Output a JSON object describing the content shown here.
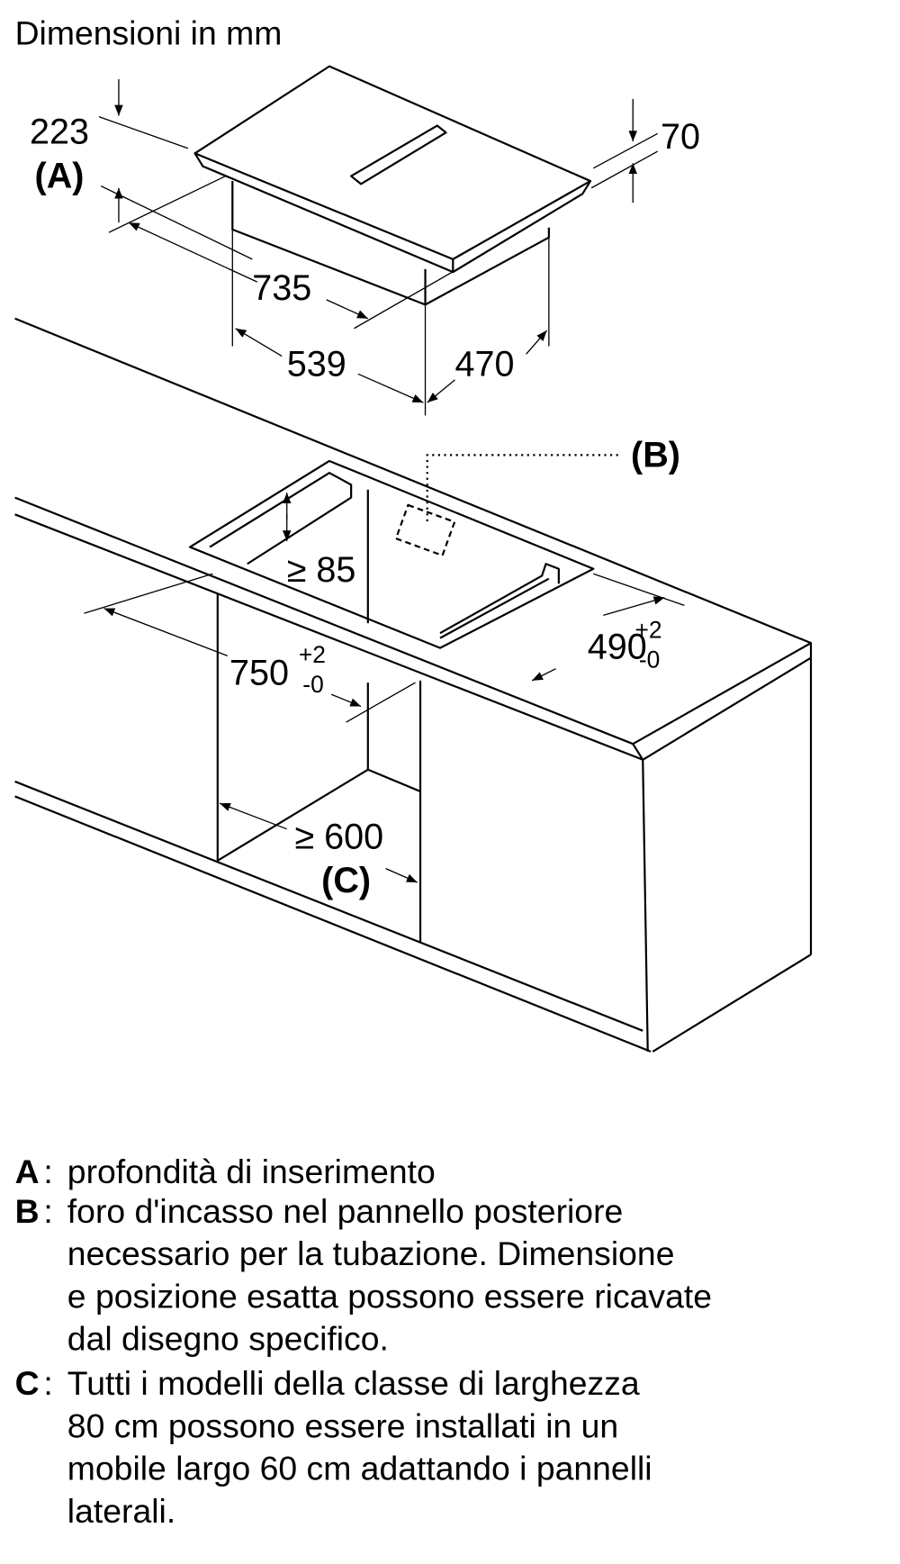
{
  "title": "Dimensioni in mm",
  "dimensions": {
    "insertion_depth": "223",
    "label_a": "(A)",
    "hob_width": "735",
    "body_width": "539",
    "body_depth": "470",
    "hob_height": "70",
    "label_b": "(B)",
    "min_clearance": "≥ 85",
    "cutout_width": "750",
    "cutout_width_tol_plus": "+2",
    "cutout_width_tol_minus": "-0",
    "cutout_depth": "490",
    "cutout_depth_tol_plus": "+2",
    "cutout_depth_tol_minus": "-0",
    "cabinet_width": "≥ 600",
    "label_c": "(C)"
  },
  "legend": [
    {
      "key": "A",
      "lines": [
        "profondità di inserimento"
      ]
    },
    {
      "key": "B",
      "lines": [
        "foro d'incasso nel pannello posteriore",
        "necessario per la tubazione. Dimensione",
        "e posizione esatta possono essere ricavate",
        "dal disegno specifico."
      ]
    },
    {
      "key": "C",
      "lines": [
        "Tutti i modelli della classe di larghezza",
        "80 cm possono essere installati in un",
        "mobile largo 60 cm adattando i pannelli",
        "laterali."
      ]
    }
  ]
}
